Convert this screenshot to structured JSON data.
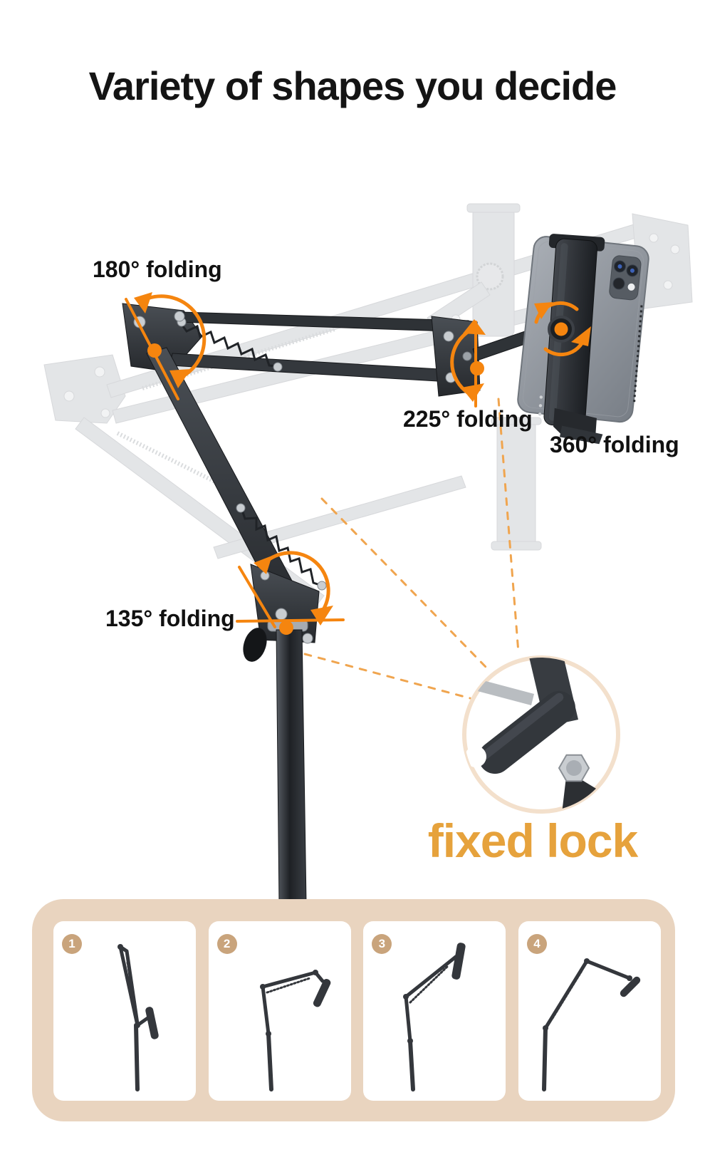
{
  "title": "Variety of shapes you decide",
  "colors": {
    "accent_orange": "#F5850F",
    "dashed_orange": "#F0A54F",
    "callout_gold": "#E6A23C",
    "panel_tan": "#E9D4BF",
    "badge_tan": "#C9A47C",
    "ink": "#141414",
    "arm_dark": "#33373C",
    "ghost_gray": "#CDD0D4"
  },
  "annotations": {
    "fold180": "180° folding",
    "fold225": "225° folding",
    "fold360": "360° folding",
    "fold135": "135° folding"
  },
  "callout": {
    "label": "fixed lock"
  },
  "variants": {
    "items": [
      {
        "number": "1"
      },
      {
        "number": "2"
      },
      {
        "number": "3"
      },
      {
        "number": "4"
      }
    ]
  }
}
